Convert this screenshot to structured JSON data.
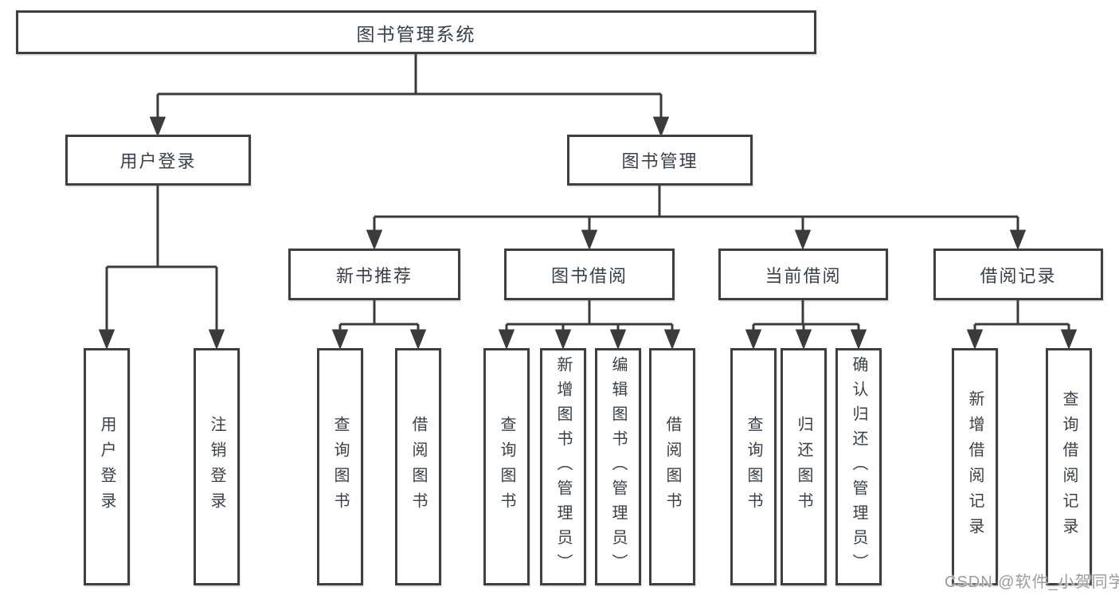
{
  "tree": {
    "label": "图书管理系统",
    "children": [
      {
        "label": "用户登录",
        "children": [
          {
            "label": "用户登录"
          },
          {
            "label": "注销登录"
          }
        ]
      },
      {
        "label": "图书管理",
        "children": [
          {
            "label": "新书推荐",
            "children": [
              {
                "label": "查询图书"
              },
              {
                "label": "借阅图书"
              }
            ]
          },
          {
            "label": "图书借阅",
            "children": [
              {
                "label": "查询图书"
              },
              {
                "label": "新增图书（管理员）"
              },
              {
                "label": "编辑图书（管理员）"
              },
              {
                "label": "借阅图书"
              }
            ]
          },
          {
            "label": "当前借阅",
            "children": [
              {
                "label": "查询图书"
              },
              {
                "label": "归还图书"
              },
              {
                "label": "确认归还（管理员）"
              }
            ]
          },
          {
            "label": "借阅记录",
            "children": [
              {
                "label": "新增借阅记录"
              },
              {
                "label": "查询借阅记录"
              }
            ]
          }
        ]
      }
    ]
  },
  "watermark": "CSDN @软件_小贺同学",
  "colors": {
    "line": "#3b3b3b",
    "border": "#3f3f3f",
    "text": "#3a4049",
    "watermark": "#9c9c9c",
    "background": "#ffffff"
  }
}
